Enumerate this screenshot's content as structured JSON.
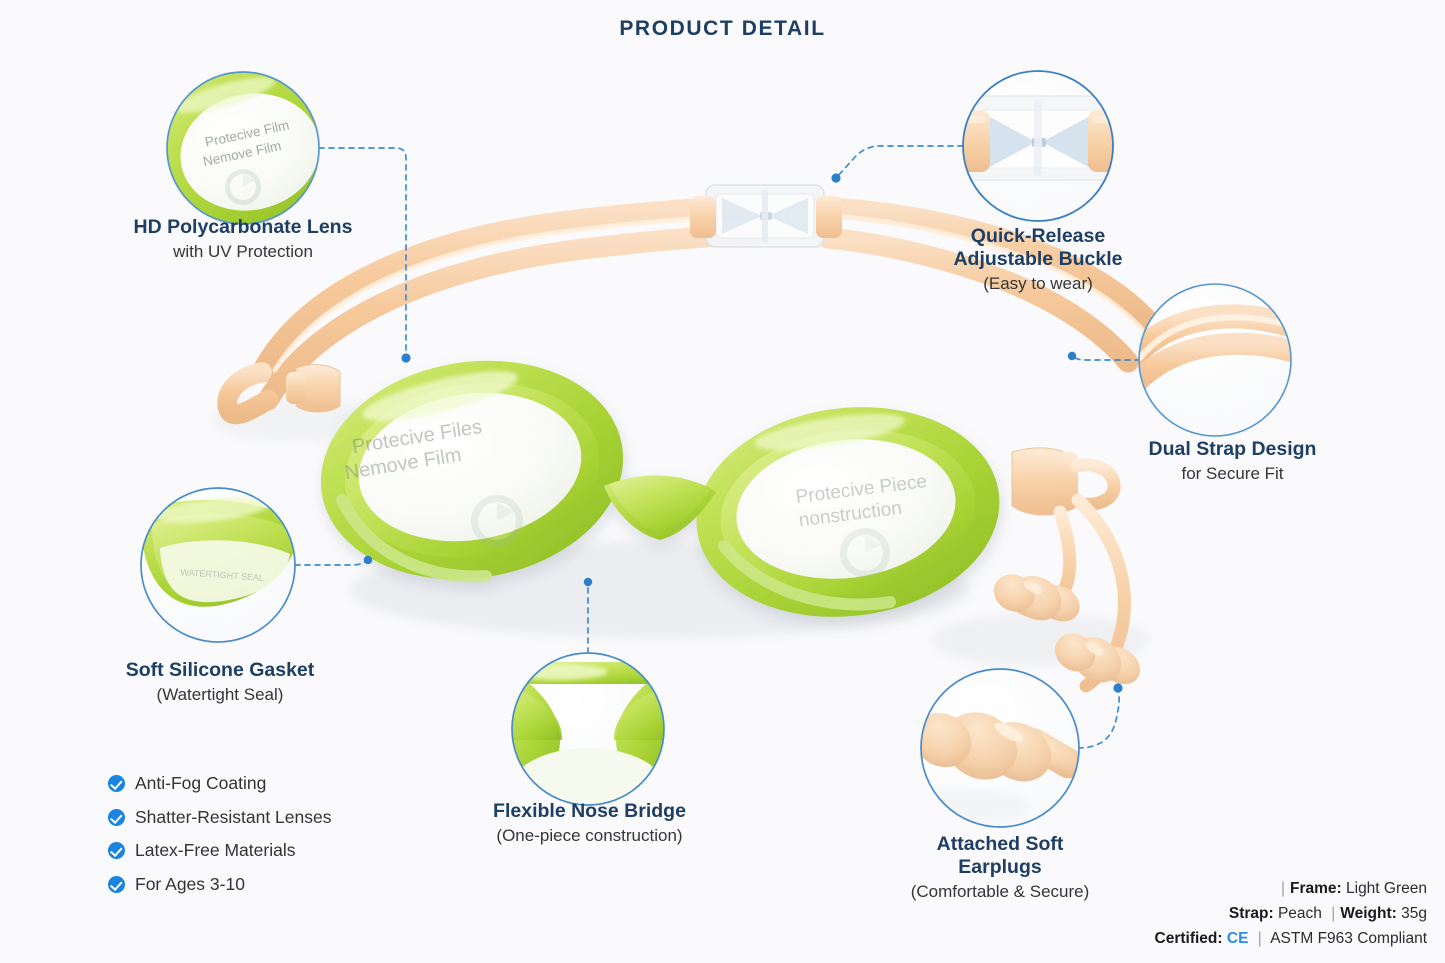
{
  "page": {
    "title": "PRODUCT DETAIL",
    "background_color": "#FAFAFC",
    "heading_color": "#1E3F63",
    "accent_color": "#2A7FD4",
    "check_color": "#1A84E0",
    "frame_color": "#B5DA47",
    "strap_color": "#F7CFA6"
  },
  "callouts": [
    {
      "id": "hd-lens",
      "title": "HD Polycarbonate Lens",
      "subtitle": "with UV Protection",
      "zoom_image": "goggle-lens-with-protective-film"
    },
    {
      "id": "buckle",
      "title_line1": "Quick-Release",
      "title_line2": "Adjustable Buckle",
      "subtitle": "(Easy to wear)",
      "zoom_image": "quick-release-buckle"
    },
    {
      "id": "dual-strap",
      "title": "Dual Strap Design",
      "subtitle": "for Secure Fit",
      "zoom_image": "dual-strap-closeup"
    },
    {
      "id": "gasket",
      "title": "Soft Silicone Gasket",
      "subtitle": "(Watertight Seal)",
      "zoom_image": "silicone-gasket-closeup"
    },
    {
      "id": "nose-bridge",
      "title": "Flexible Nose Bridge",
      "subtitle": "(One-piece construction)",
      "zoom_image": "nose-bridge-closeup"
    },
    {
      "id": "earplugs",
      "title_line1": "Attached Soft",
      "title_line2": "Earplugs",
      "subtitle": "(Comfortable & Secure)",
      "zoom_image": "soft-earplug-closeup"
    }
  ],
  "features": [
    {
      "label": "Anti-Fog Coating",
      "icon": "check-circle-icon"
    },
    {
      "label": "Shatter-Resistant Lenses",
      "icon": "check-circle-icon"
    },
    {
      "label": "Latex-Free Materials",
      "icon": "check-circle-icon"
    },
    {
      "label": "For Ages 3-10",
      "icon": "check-circle-icon"
    }
  ],
  "specs": {
    "frame_label": "Frame:",
    "frame_value": "Light Green",
    "strap_label": "Strap:",
    "strap_value": "Peach",
    "weight_label": "Weight:",
    "weight_value": "35g",
    "certified_label": "Certified:",
    "certified_value": "CE",
    "standard_value": "ASTM F963 Compliant",
    "separator": "|"
  },
  "product": {
    "left_lens_text_line1": "Protecive Files",
    "left_lens_text_line2": "Nemove Film",
    "right_lens_text_line1": "Protecive Piece",
    "right_lens_text_line2": "nonstruction",
    "lens_zoom_text_line1": "Protecive Film",
    "lens_zoom_text_line2": "Nemove Film"
  }
}
